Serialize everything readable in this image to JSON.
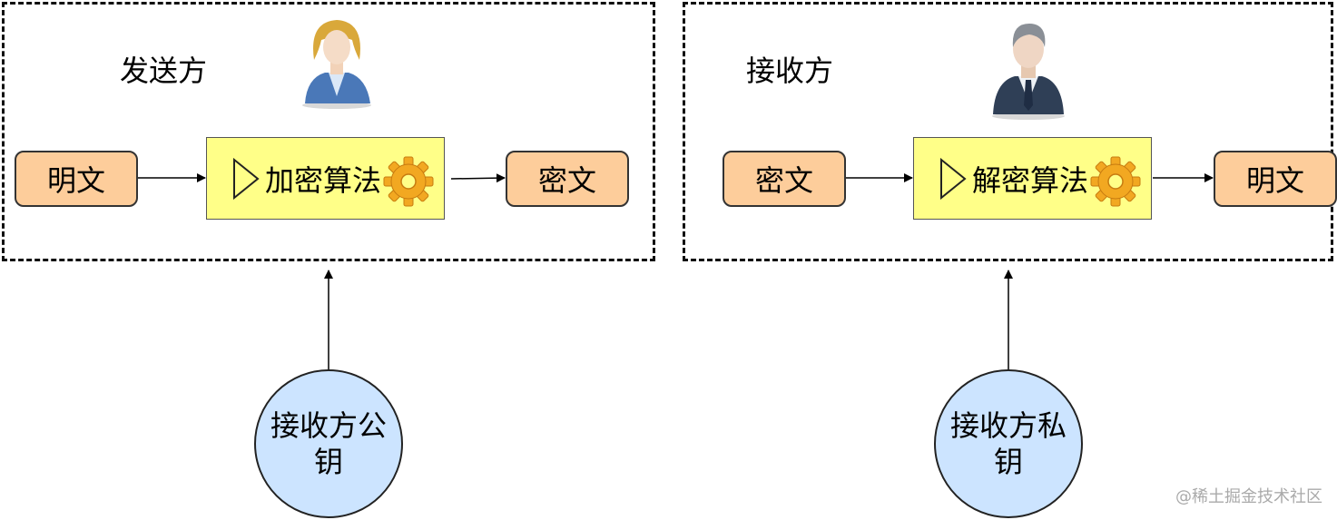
{
  "sender": {
    "title": "发送方",
    "input_label": "明文",
    "algorithm_label": "加密算法",
    "output_label": "密文"
  },
  "receiver": {
    "title": "接收方",
    "input_label": "密文",
    "algorithm_label": "解密算法",
    "output_label": "明文"
  },
  "keys": {
    "public_key": {
      "line1": "接收方公",
      "line2": "钥"
    },
    "private_key": {
      "line1": "接收方私",
      "line2": "钥"
    }
  },
  "watermark": "@稀土掘金技术社区",
  "colors": {
    "text_box_fill": "#fdcd9b",
    "algorithm_fill": "#ffff88",
    "key_fill": "#cce4ff",
    "gear_fill": "#f2a821"
  },
  "icons": {
    "sender_avatar": "woman-user-icon",
    "receiver_avatar": "man-user-icon",
    "algorithm_icon": "gear-icon",
    "algorithm_marker": "play-triangle-icon"
  }
}
